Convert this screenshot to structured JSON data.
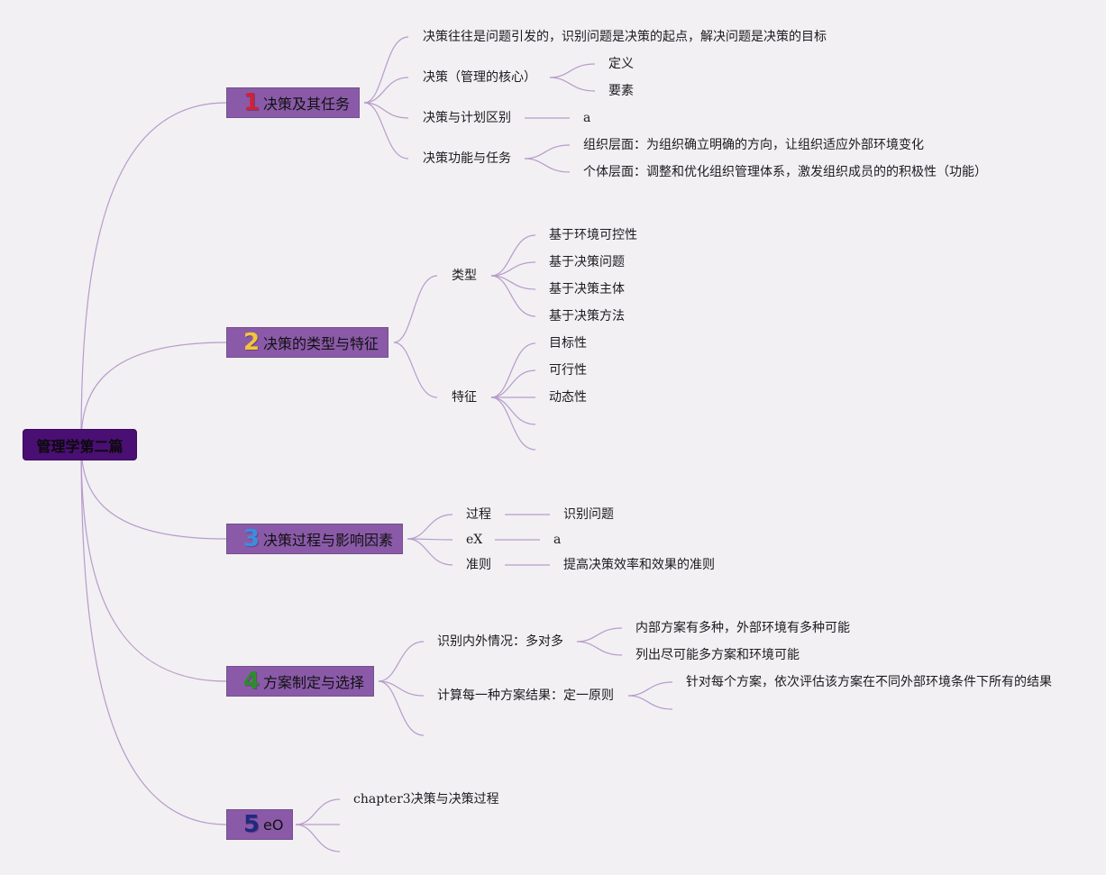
{
  "root": {
    "label": "管理学第二篇"
  },
  "colors": {
    "background": "#f2f0f3",
    "root_fill": "#4a0f73",
    "main_fill": "#8a5aa8",
    "line": "#b79ccb",
    "num1": "#d0213b",
    "num2": "#f2c63a",
    "num3": "#3a8ee0",
    "num4": "#2e8b2e",
    "num5": "#1f2a80"
  },
  "branches": [
    {
      "num": "1",
      "label": "决策及其任务",
      "children": [
        {
          "label": "决策往往是问题引发的，识别问题是决策的起点，解决问题是决策的目标"
        },
        {
          "label": "决策（管理的核心）",
          "children": [
            "定义",
            "要素"
          ]
        },
        {
          "label": "决策与计划区别",
          "children": [
            "a"
          ]
        },
        {
          "label": "决策功能与任务",
          "children": [
            "组织层面：为组织确立明确的方向，让组织适应外部环境变化",
            "个体层面：调整和优化组织管理体系，激发组织成员的的积极性（功能）"
          ]
        }
      ]
    },
    {
      "num": "2",
      "label": "决策的类型与特征",
      "children": [
        {
          "label": "类型",
          "children": [
            "基于环境可控性",
            "基于决策问题",
            "基于决策主体",
            "基于决策方法"
          ]
        },
        {
          "label": "特征",
          "children": [
            "目标性",
            "可行性",
            "动态性",
            "",
            ""
          ]
        }
      ]
    },
    {
      "num": "3",
      "label": "决策过程与影响因素",
      "children": [
        {
          "label": "过程",
          "children": [
            "识别问题"
          ]
        },
        {
          "label": "eX",
          "children": [
            "a"
          ]
        },
        {
          "label": "准则",
          "children": [
            "提高决策效率和效果的准则"
          ]
        }
      ]
    },
    {
      "num": "4",
      "label": "方案制定与选择",
      "children": [
        {
          "label": "识别内外情况：多对多",
          "children": [
            "内部方案有多种，外部环境有多种可能",
            "列出尽可能多方案和环境可能"
          ]
        },
        {
          "label": "计算每一种方案结果：定一原则",
          "children": [
            "针对每个方案，依次评估该方案在不同外部环境条件下所有的结果",
            ""
          ]
        },
        {
          "label": ""
        }
      ]
    },
    {
      "num": "5",
      "label": "eO",
      "children": [
        {
          "label": "chapter3决策与决策过程"
        },
        {
          "label": ""
        },
        {
          "label": ""
        }
      ]
    }
  ]
}
